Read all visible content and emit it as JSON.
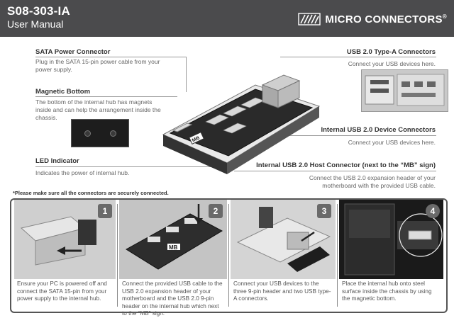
{
  "header": {
    "model": "S08-303-IA",
    "doc_type": "User Manual",
    "brand": "MICRO CONNECTORS",
    "brand_mark": "®",
    "logo_icon": "micro-connectors-logo-icon"
  },
  "callouts": {
    "sata": {
      "title": "SATA Power Connector",
      "desc": "Plug in the SATA 15-pin power cable from your power supply."
    },
    "magnetic": {
      "title": "Magnetic Bottom",
      "desc": "The bottom of the internal hub has magnets inside and can help the arrangement inside the chassis."
    },
    "led": {
      "title": "LED Indicator",
      "desc": "Indicates the power of internal hub."
    },
    "usb_typea": {
      "title": "USB 2.0 Type-A Connectors",
      "desc": "Connect your USB devices here."
    },
    "internal_device": {
      "title": "Internal USB 2.0 Device Connectors",
      "desc": "Connect your USB devices here."
    },
    "host": {
      "title": "Internal USB 2.0 Host Connector (next to the “MB” sign)",
      "desc": "Connect the USB 2.0 expansion header of your motherboard with the provided USB cable."
    }
  },
  "note": "*Please make sure all the connectors are securely connected.",
  "steps": [
    {
      "number": "1",
      "text": "Ensure your PC is powered off and connect the SATA 15-pin from your power supply to the internal hub."
    },
    {
      "number": "2",
      "text": "Connect the provided USB cable to the USB 2.0 expansion header of your motherboard and the USB 2.0 9-pin header on the internal hub which next to the “MB” sign."
    },
    {
      "number": "3",
      "text": "Connect your USB devices to the three 9-pin header and two USB type-A connectors."
    },
    {
      "number": "4",
      "text": "Place the internal hub onto steel surface inside the chassis by using the magnetic bottom."
    }
  ],
  "hub_label": "MB",
  "colors": {
    "header_bg": "#4b4b4d",
    "step_number_bg": "#6a6a6a"
  }
}
